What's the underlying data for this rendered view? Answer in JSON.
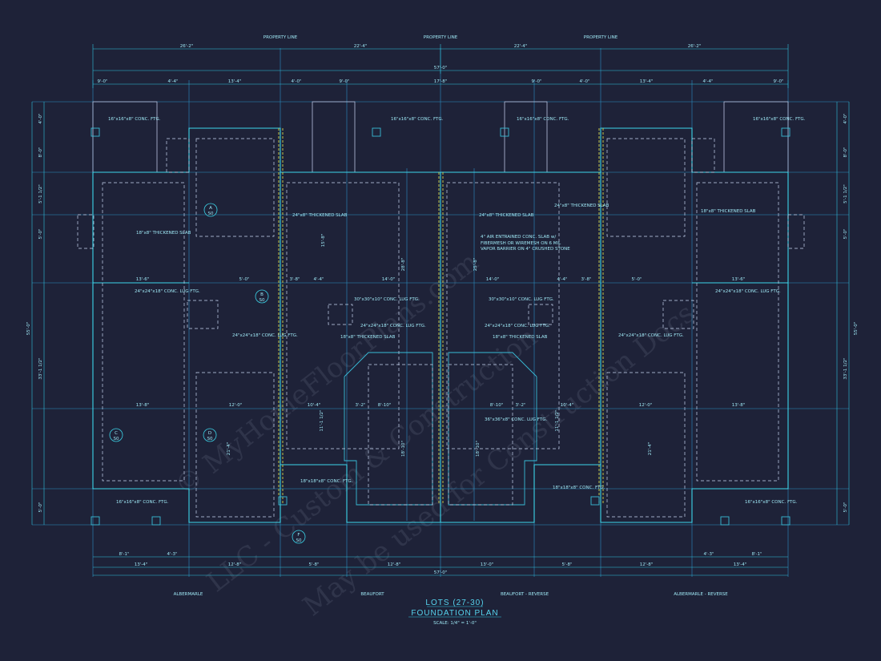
{
  "title": {
    "lots": "LOTS (27-30)",
    "main": "FOUNDATION PLAN",
    "scale": "SCALE: 1/4\" = 1'-0\""
  },
  "units": [
    "ALBERMARLE",
    "BEAUFORT",
    "BEAUFORT - REVERSE",
    "ALBERMARLE - REVERSE"
  ],
  "property_line": "PROPERTY LINE",
  "top_dims": {
    "overall": "57'-0\"",
    "row1": [
      "26'-2\"",
      "22'-4\"",
      "22'-4\"",
      "26'-2\""
    ],
    "row2": [
      "9'-0\"",
      "4'-4\"",
      "13'-4\"",
      "4'-0\"",
      "9'-0\"",
      "17'-8\"",
      "9'-0\"",
      "4'-0\"",
      "13'-4\"",
      "4'-4\"",
      "9'-0\""
    ]
  },
  "bottom_dims": {
    "overall": "57'-0\"",
    "row1": [
      "8'-1\"",
      "4'-3\"",
      "4'-3\"",
      "8'-1\""
    ],
    "row2": [
      "13'-4\"",
      "12'-8\"",
      "5'-8\"",
      "12'-8\"",
      "13'-0\"",
      "5'-8\"",
      "12'-8\"",
      "13'-4\""
    ]
  },
  "side_dims": {
    "left": [
      "4'-0\"",
      "8'-0\"",
      "5'-1 1/2\"",
      "5'-0\"",
      "33'-1 1/2\"",
      "55'-0\"",
      "5'-0\""
    ],
    "right": [
      "4'-0\"",
      "8'-0\"",
      "5'-1 1/2\"",
      "5'-0\"",
      "33'-1 1/2\"",
      "55'-0\"",
      "5'-0\""
    ]
  },
  "inner_dims": [
    "13'-6\"",
    "13'-6\"",
    "13'-8\"",
    "13'-8\"",
    "10'-4\"",
    "10'-4\"",
    "14'-0\"",
    "14'-0\"",
    "5'-0\"",
    "5'-0\"",
    "3'-8\"",
    "3'-8\"",
    "4'-4\"",
    "4'-4\"",
    "8'-10\"",
    "8'-10\"",
    "3'-2\"",
    "3'-2\"",
    "12'-0\"",
    "12'-0\"",
    "28'-8\"",
    "21'-4\"",
    "21'-4\"",
    "18'-10\"",
    "18'-10\"",
    "15'-8\"",
    "25'-8\"",
    "11'-1 1/2\"",
    "11'-1 1/2\""
  ],
  "notes": {
    "conc_ftg_16": "16\"x16\"x8\" CONC. FTG.",
    "conc_ftg_18": "18\"x18\"x8\" CONC. FTG.",
    "lug_24": "24\"x24\"x18\" CONC. LUG FTG.",
    "lug_30": "30\"x30\"x10\" CONC. LUG FTG.",
    "lug_36": "36\"x36\"x8\" CONC. LUG FTG.",
    "slab_18": "18\"x8\" THICKENED SLAB",
    "slab_24": "24\"x8\" THICKENED SLAB",
    "slab_note": "4\" AIR ENTRAINED CONC. SLAB w/ FIBERMESH OR WIREMESH ON 6 MIL VAPOR BARRIER ON 4\" CRUSHED STONE"
  },
  "section_marks": [
    {
      "id": "A",
      "sheet": "S0"
    },
    {
      "id": "B",
      "sheet": "S0"
    },
    {
      "id": "C",
      "sheet": "S0"
    },
    {
      "id": "D",
      "sheet": "S0"
    },
    {
      "id": "F",
      "sheet": "S0"
    }
  ],
  "watermark": [
    "© MyHomeFloorPlans.com",
    "LLC - Custom & Construction",
    "May be used for Construction Docs"
  ],
  "colors": {
    "background": "#1e2238",
    "line": "#3cd6ea",
    "text": "#9fe8f5",
    "accent_yellow": "#d9d34a"
  }
}
